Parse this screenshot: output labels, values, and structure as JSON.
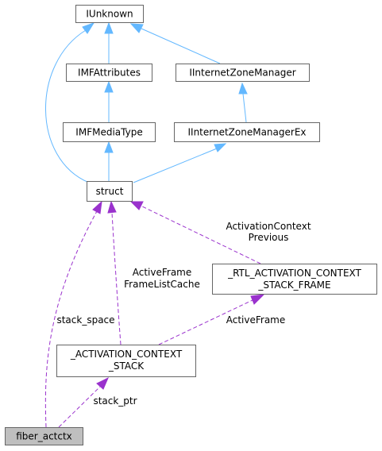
{
  "nodes": {
    "iunknown": "IUnknown",
    "imfattributes": "IMFAttributes",
    "iinternetzonemanager": "IInternetZoneManager",
    "imfmediatype": "IMFMediaType",
    "iinternetzonemanagerex": "IInternetZoneManagerEx",
    "struct": "struct",
    "rtl_frame_line1": "_RTL_ACTIVATION_CONTEXT",
    "rtl_frame_line2": "_STACK_FRAME",
    "act_stack_line1": "_ACTIVATION_CONTEXT",
    "act_stack_line2": "_STACK",
    "fiber_actctx": "fiber_actctx"
  },
  "edge_labels": {
    "activation_context": "ActivationContext",
    "previous": "Previous",
    "active_frame_1": "ActiveFrame",
    "frame_list_cache": "FrameListCache",
    "active_frame_2": "ActiveFrame",
    "stack_space": "stack_space",
    "stack_ptr": "stack_ptr"
  },
  "colors": {
    "inheritance": "#63b8ff",
    "usage": "#9a32cd",
    "node_border": "#666666",
    "highlight_fill": "#bfbfbf"
  }
}
